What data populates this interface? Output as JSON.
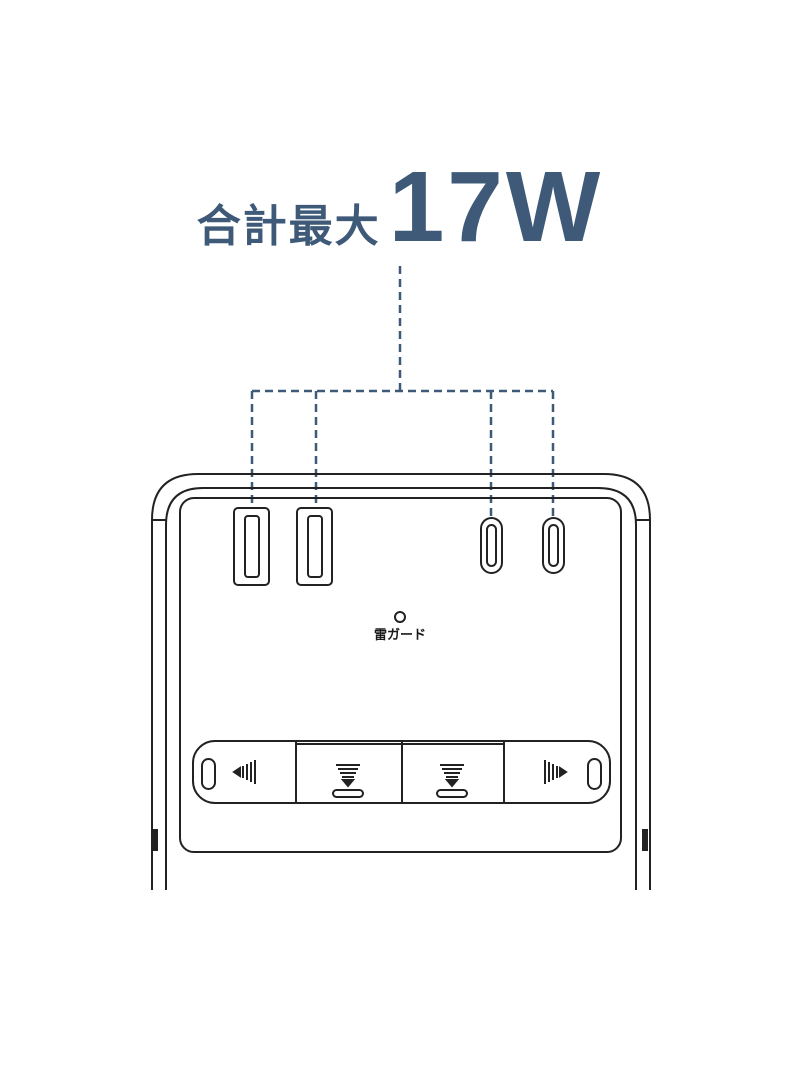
{
  "headline": {
    "label": "合計最大",
    "value": "17W"
  },
  "device": {
    "surge_guard_label": "雷ガード"
  },
  "colors": {
    "headline": "#3f5a78",
    "leader_lines": "#3f5a78",
    "outline": "#222222"
  }
}
